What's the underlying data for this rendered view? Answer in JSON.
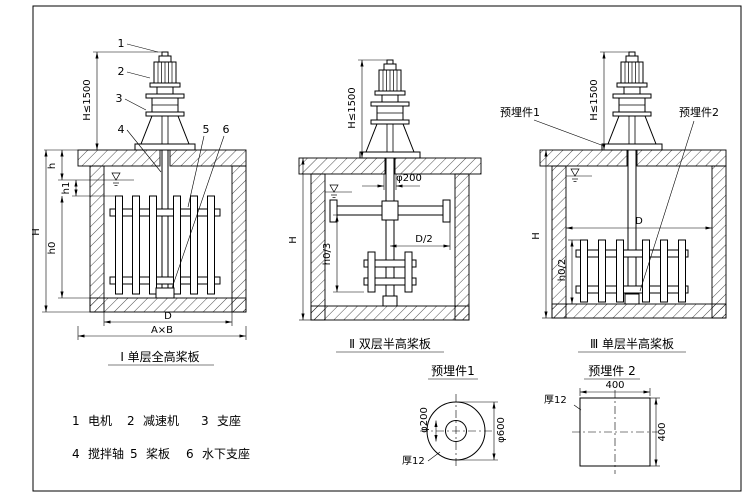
{
  "drawing": {
    "fig1": {
      "caption": "Ⅰ 单层全高桨板",
      "dims": {
        "motor_height": "H≤1500",
        "h": "h",
        "h1": "h1",
        "h0": "h0",
        "H": "H",
        "D": "D",
        "AB": "A×B"
      },
      "callouts": {
        "n1": "1",
        "n2": "2",
        "n3": "3",
        "n4": "4",
        "n5": "5",
        "n6": "6"
      }
    },
    "fig2": {
      "caption": "Ⅱ 双层半高桨板",
      "dims": {
        "motor_height": "H≤1500",
        "H": "H",
        "phi200": "φ200",
        "h0_3": "h0/3",
        "D_2": "D/2"
      }
    },
    "fig3": {
      "caption": "Ⅲ 单层半高桨板",
      "dims": {
        "motor_height": "H≤1500",
        "H": "H",
        "D": "D",
        "h0_2": "h0/2"
      },
      "embed1_label": "预埋件1",
      "embed2_label": "预埋件2"
    },
    "legend": {
      "items": [
        {
          "num": "1",
          "label": "电机"
        },
        {
          "num": "2",
          "label": "减速机"
        },
        {
          "num": "3",
          "label": "支座"
        },
        {
          "num": "4",
          "label": "搅拌轴"
        },
        {
          "num": "5",
          "label": "桨板"
        },
        {
          "num": "6",
          "label": "水下支座"
        }
      ]
    },
    "details": {
      "embed1": {
        "title": "预埋件1",
        "inner_dia": "φ200",
        "outer_dia": "φ600",
        "thickness": "厚12"
      },
      "embed2": {
        "title": "预埋件 2",
        "width": "400",
        "height": "400",
        "thickness": "厚12"
      }
    }
  }
}
